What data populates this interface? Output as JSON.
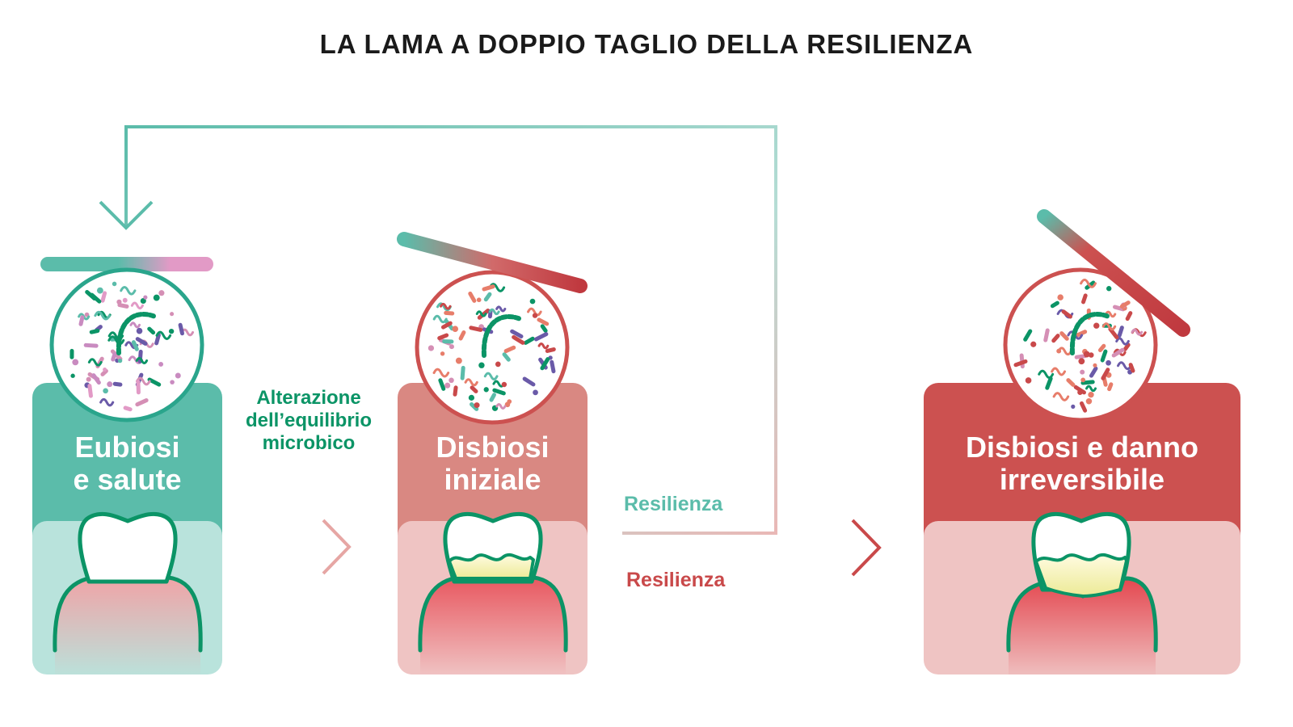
{
  "title": "LA LAMA A DOPPIO TAGLIO DELLA RESILIENZA",
  "stages": [
    {
      "line1": "Eubiosi",
      "line2": "e salute",
      "color": "#5bbcaa"
    },
    {
      "line1": "Disbiosi",
      "line2": "iniziale",
      "color": "#d98882"
    },
    {
      "line1": "Disbiosi e danno",
      "line2": "irreversibile",
      "color": "#cc5150"
    }
  ],
  "transition_label": [
    "Alterazione",
    "dell’equilibrio",
    "microbico"
  ],
  "resilience_positive": "Resilienza",
  "resilience_negative": "Resilienza",
  "colors": {
    "teal": "#5bbcaa",
    "green": "#0b9466",
    "red": "#c9494a",
    "pink": "#e29ac6",
    "purple": "#6a5aa8"
  }
}
